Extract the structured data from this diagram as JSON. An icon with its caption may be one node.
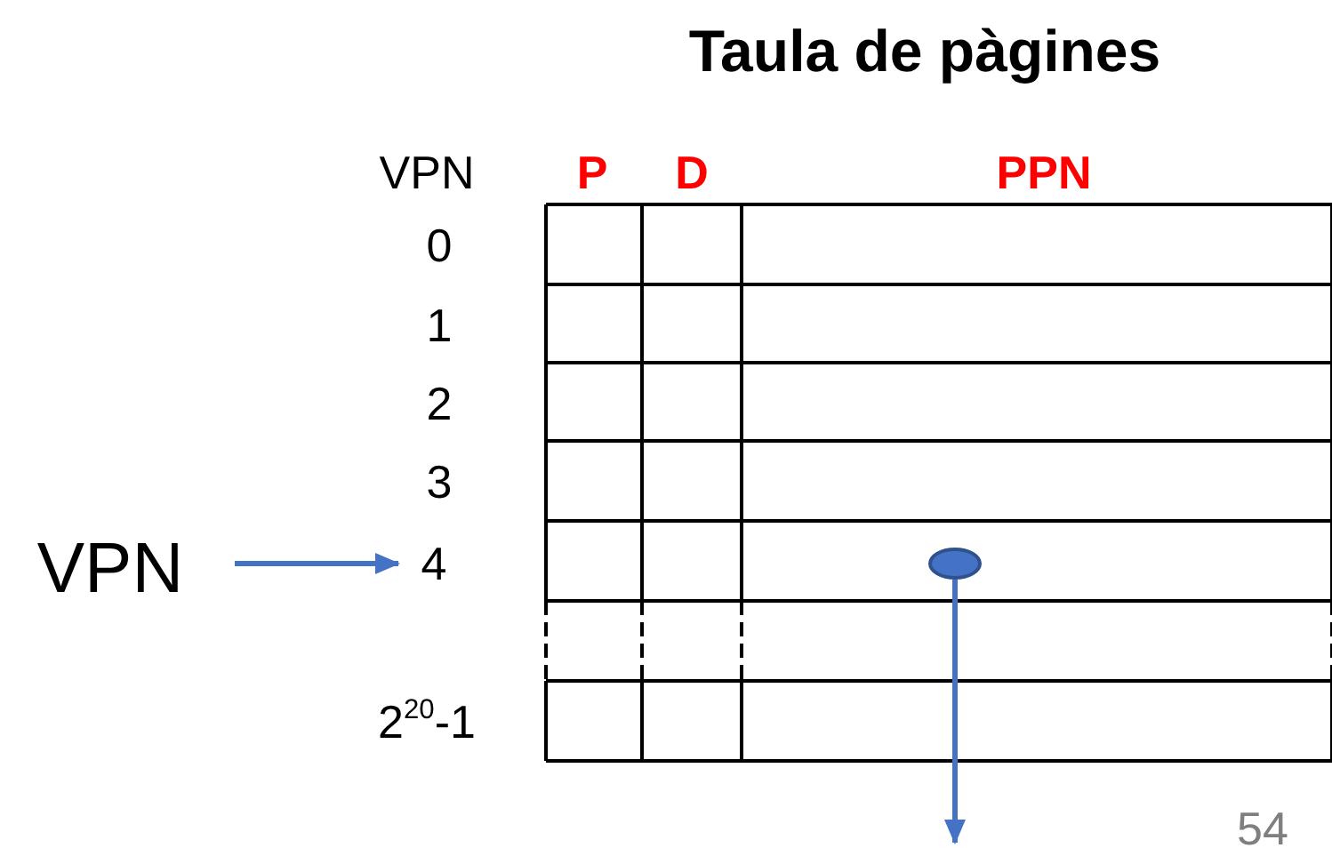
{
  "diagram": {
    "title": "Taula de pàgines",
    "nodes": [
      {
        "text": [
          "VPN"
        ]
      },
      {
        "text": [
          "4"
        ]
      },
      {
        "text": [],
        "shape": "circle"
      }
    ],
    "edges": [
      {
        "from": 0,
        "to": 1,
        "arrow": "to"
      },
      {
        "from": 2,
        "to": null,
        "arrow": "to"
      }
    ],
    "labels": [
      "VPN",
      "P",
      "D",
      "PPN",
      "0",
      "1",
      "2",
      "3",
      "2$^{20}$-1",
      "54"
    ]
  }
}
